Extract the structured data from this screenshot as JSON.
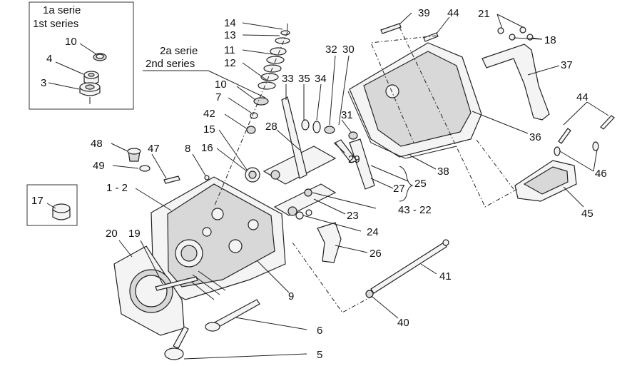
{
  "diagram": {
    "inset_series_1_line1": "1a serie",
    "inset_series_1_line2": "1st series",
    "series_2_line1": "2a serie",
    "series_2_line2": "2nd series",
    "callouts": [
      {
        "id": "c10a",
        "label": "10"
      },
      {
        "id": "c4",
        "label": "4"
      },
      {
        "id": "c3",
        "label": "3"
      },
      {
        "id": "c17",
        "label": "17"
      },
      {
        "id": "c14",
        "label": "14"
      },
      {
        "id": "c13",
        "label": "13"
      },
      {
        "id": "c11",
        "label": "11"
      },
      {
        "id": "c12",
        "label": "12"
      },
      {
        "id": "c10b",
        "label": "10"
      },
      {
        "id": "c7",
        "label": "7"
      },
      {
        "id": "c42",
        "label": "42"
      },
      {
        "id": "c15",
        "label": "15"
      },
      {
        "id": "c16",
        "label": "16"
      },
      {
        "id": "c8",
        "label": "8"
      },
      {
        "id": "c48",
        "label": "48"
      },
      {
        "id": "c47",
        "label": "47"
      },
      {
        "id": "c49",
        "label": "49"
      },
      {
        "id": "c1-2",
        "label": "1 - 2"
      },
      {
        "id": "c20",
        "label": "20"
      },
      {
        "id": "c19",
        "label": "19"
      },
      {
        "id": "c9",
        "label": "9"
      },
      {
        "id": "c6",
        "label": "6"
      },
      {
        "id": "c5",
        "label": "5"
      },
      {
        "id": "c28",
        "label": "28"
      },
      {
        "id": "c33",
        "label": "33"
      },
      {
        "id": "c35",
        "label": "35"
      },
      {
        "id": "c34",
        "label": "34"
      },
      {
        "id": "c32",
        "label": "32"
      },
      {
        "id": "c30",
        "label": "30"
      },
      {
        "id": "c31",
        "label": "31"
      },
      {
        "id": "c29",
        "label": "29"
      },
      {
        "id": "c25",
        "label": "25"
      },
      {
        "id": "c27",
        "label": "27"
      },
      {
        "id": "c23",
        "label": "23"
      },
      {
        "id": "c43-22",
        "label": "43 - 22"
      },
      {
        "id": "c24",
        "label": "24"
      },
      {
        "id": "c26",
        "label": "26"
      },
      {
        "id": "c39",
        "label": "39"
      },
      {
        "id": "c44a",
        "label": "44"
      },
      {
        "id": "c21",
        "label": "21"
      },
      {
        "id": "c18",
        "label": "18"
      },
      {
        "id": "c37",
        "label": "37"
      },
      {
        "id": "c36",
        "label": "36"
      },
      {
        "id": "c38",
        "label": "38"
      },
      {
        "id": "c44b",
        "label": "44"
      },
      {
        "id": "c46",
        "label": "46"
      },
      {
        "id": "c45",
        "label": "45"
      },
      {
        "id": "c41",
        "label": "41"
      },
      {
        "id": "c40",
        "label": "40"
      }
    ]
  }
}
